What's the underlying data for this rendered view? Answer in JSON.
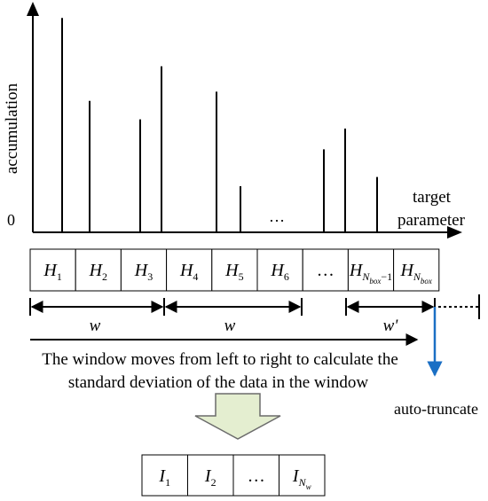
{
  "chart_data": {
    "type": "bar",
    "ylabel": "accumulation",
    "xlabel": "target parameter",
    "origin_label": "0",
    "x_ellipsis": "…",
    "values": [
      0.93,
      0.57,
      0.49,
      0.72,
      0.61,
      0.2,
      0.36,
      0.45,
      0.24
    ]
  },
  "bins": {
    "cells": [
      {
        "base": "H",
        "sub": "1"
      },
      {
        "base": "H",
        "sub": "2"
      },
      {
        "base": "H",
        "sub": "3"
      },
      {
        "base": "H",
        "sub": "4"
      },
      {
        "base": "H",
        "sub": "5"
      },
      {
        "base": "H",
        "sub": "6"
      },
      {
        "text": "…"
      },
      {
        "base": "H",
        "sub": "N",
        "subsub": "box",
        "suffix": "−1"
      },
      {
        "base": "H",
        "sub": "N",
        "subsub": "box"
      }
    ]
  },
  "windows": {
    "labels": [
      "w",
      "w",
      "w'"
    ]
  },
  "caption": {
    "line1": "The window moves from left to right to calculate the",
    "line2": "standard deviation of the data in the window"
  },
  "truncate": {
    "label": "auto-truncate",
    "color": "#1a6fc4"
  },
  "output": {
    "cells": [
      {
        "base": "I",
        "sub": "1"
      },
      {
        "base": "I",
        "sub": "2"
      },
      {
        "text": "…"
      },
      {
        "base": "I",
        "sub": "N",
        "subsub": "w"
      }
    ]
  }
}
